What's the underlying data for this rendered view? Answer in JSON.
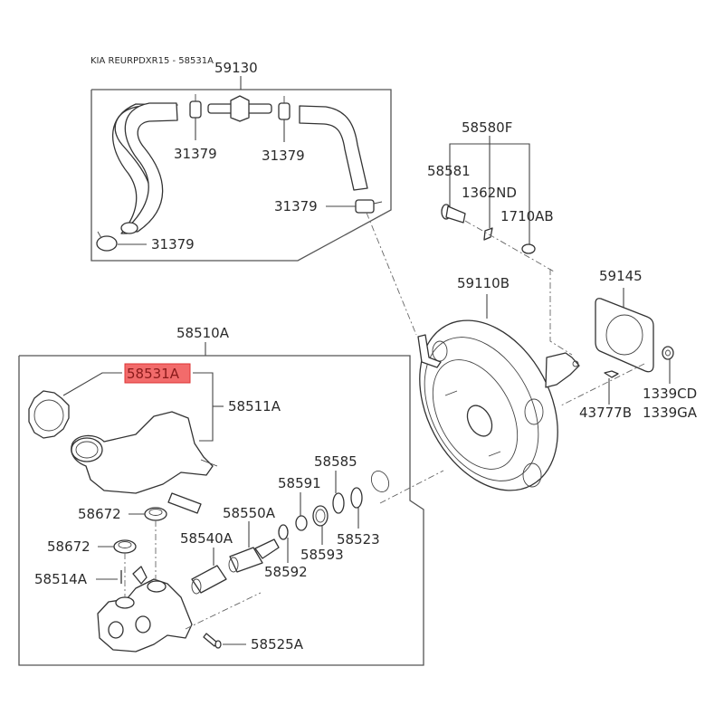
{
  "header": {
    "caption": "KIA REURPDXR15 - 58531A"
  },
  "highlight": {
    "part": "58531A",
    "color": "#f26b6b"
  },
  "groups": {
    "vacuum_hose_group": "59130",
    "master_cylinder_group": "58510A",
    "pin_kit_group": "58580F"
  },
  "labels": {
    "clamp_1": "31379",
    "clamp_2": "31379",
    "clamp_3": "31379",
    "clamp_4": "31379",
    "pin": "58581",
    "clip": "1362ND",
    "washer": "1710AB",
    "booster": "59110B",
    "gasket": "59145",
    "nut_1": "1339CD",
    "nut_2": "1339GA",
    "clevis_clip": "43777B",
    "reservoir_cap": "58531A",
    "reservoir": "58511A",
    "grommet_1": "58672",
    "grommet_2": "58672",
    "pin_58514A": "58514A",
    "piston_primary": "58550A",
    "piston_secondary": "58540A",
    "seal_58591": "58591",
    "seal_58585": "58585",
    "seal_58592": "58592",
    "seal_58593": "58593",
    "ring_58523": "58523",
    "bolt": "58525A"
  }
}
